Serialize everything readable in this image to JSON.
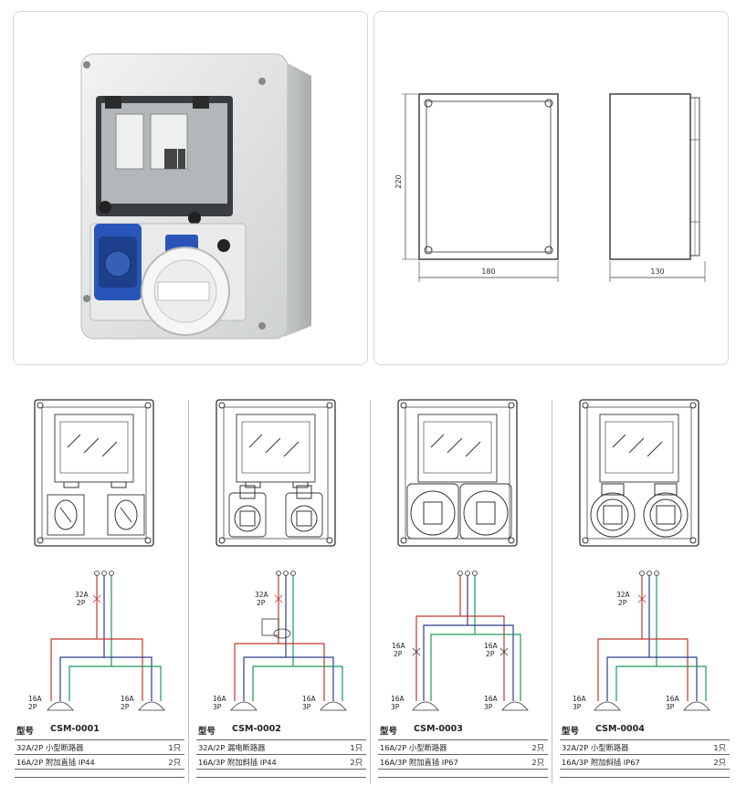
{
  "dimensions": {
    "height": "220",
    "width": "180",
    "depth": "130"
  },
  "products": [
    {
      "model_label": "型号",
      "model": "CSM-0001",
      "top_breaker": [
        "32A",
        "2P"
      ],
      "sockets": [
        [
          "16A",
          "2P"
        ],
        [
          "16A",
          "2P"
        ]
      ],
      "items": [
        {
          "name": "32A/2P 小型断路器",
          "qty": "1只"
        },
        {
          "name": "16A/2P 附加直插 IP44",
          "qty": "2只"
        }
      ]
    },
    {
      "model_label": "型号",
      "model": "CSM-0002",
      "top_breaker": [
        "32A",
        "2P"
      ],
      "sockets": [
        [
          "16A",
          "3P"
        ],
        [
          "16A",
          "3P"
        ]
      ],
      "items": [
        {
          "name": "32A/2P 漏电断路器",
          "qty": "1只"
        },
        {
          "name": "16A/3P 附加斜插 IP44",
          "qty": "2只"
        }
      ]
    },
    {
      "model_label": "型号",
      "model": "CSM-0003",
      "breakers": [
        [
          "16A",
          "2P"
        ],
        [
          "16A",
          "2P"
        ]
      ],
      "sockets": [
        [
          "16A",
          "3P"
        ],
        [
          "16A",
          "3P"
        ]
      ],
      "items": [
        {
          "name": "16A/2P 小型断路器",
          "qty": "2只"
        },
        {
          "name": "16A/3P 附加直插 IP67",
          "qty": "2只"
        }
      ]
    },
    {
      "model_label": "型号",
      "model": "CSM-0004",
      "top_breaker": [
        "32A",
        "2P"
      ],
      "sockets": [
        [
          "16A",
          "3P"
        ],
        [
          "16A",
          "3P"
        ]
      ],
      "items": [
        {
          "name": "32A/2P 小型断路器",
          "qty": "1只"
        },
        {
          "name": "16A/3P 附加斜插 IP67",
          "qty": "2只"
        }
      ]
    }
  ],
  "colors": {
    "live": "#c0392b",
    "neutral": "#2c3e8f",
    "earth": "#1a9a5a",
    "socket_blue": "#2a55b8",
    "enclosure": "#e4e6e6"
  },
  "icons": [
    "enclosure-photo",
    "front-view-drawing",
    "side-view-drawing",
    "breaker-symbol",
    "socket-symbol"
  ]
}
